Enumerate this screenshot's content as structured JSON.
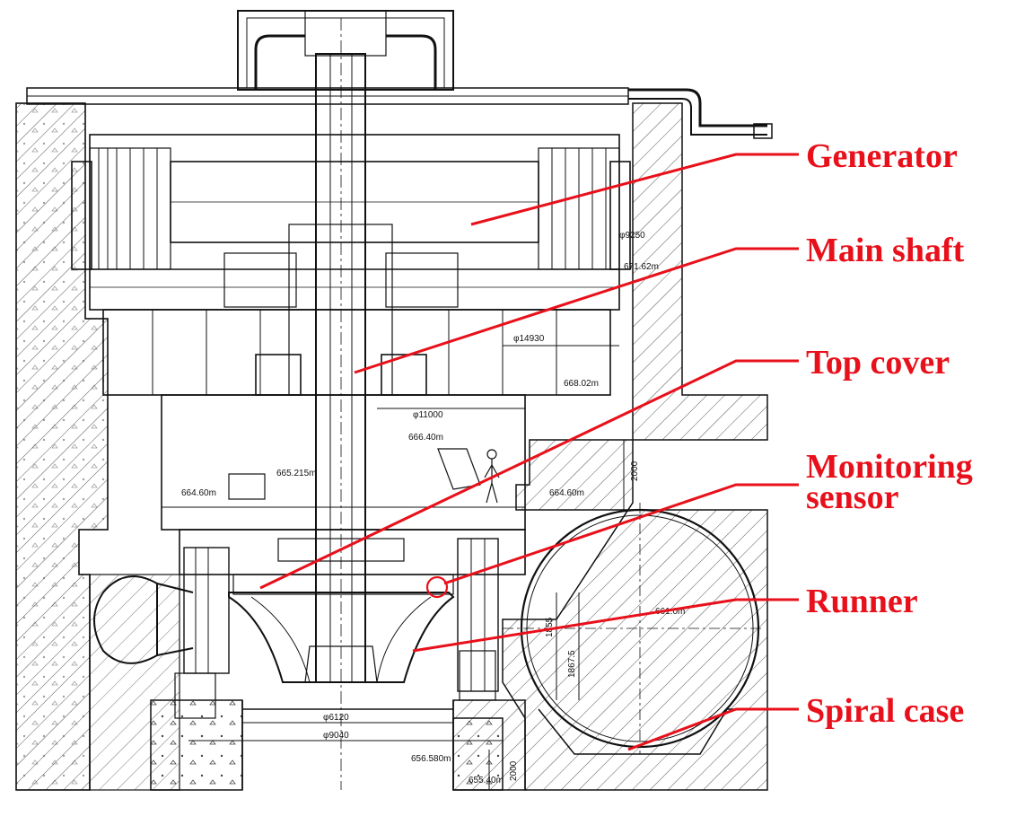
{
  "colors": {
    "annotation": "#e8101a",
    "linework": "#111111",
    "concrete_hatch": "#444444",
    "background": "#ffffff"
  },
  "labels": {
    "generator": "Generator",
    "main_shaft": "Main shaft",
    "top_cover": "Top cover",
    "monitoring_sensor_line1": "Monitoring",
    "monitoring_sensor_line2": "sensor",
    "runner": "Runner",
    "spiral_case": "Spiral case"
  },
  "dimensions": {
    "d9250": "φ9250",
    "el_671_62": "671.62m",
    "d14930": "φ14930",
    "el_668_02": "668.02m",
    "d11000": "φ11000",
    "el_666_40": "666.40m",
    "el_665_215": "665.215m",
    "el_664_60_left": "664.60m",
    "el_664_60_right": "664.60m",
    "v2000_top": "2000",
    "el_661_0": "661.0m",
    "v1855": "1855",
    "v1867_5": "1867.5",
    "d6120": "φ6120",
    "d9040": "φ9040",
    "el_656_580": "656.580m",
    "el_655_40": "655.40m",
    "v2000_bottom": "2000"
  }
}
